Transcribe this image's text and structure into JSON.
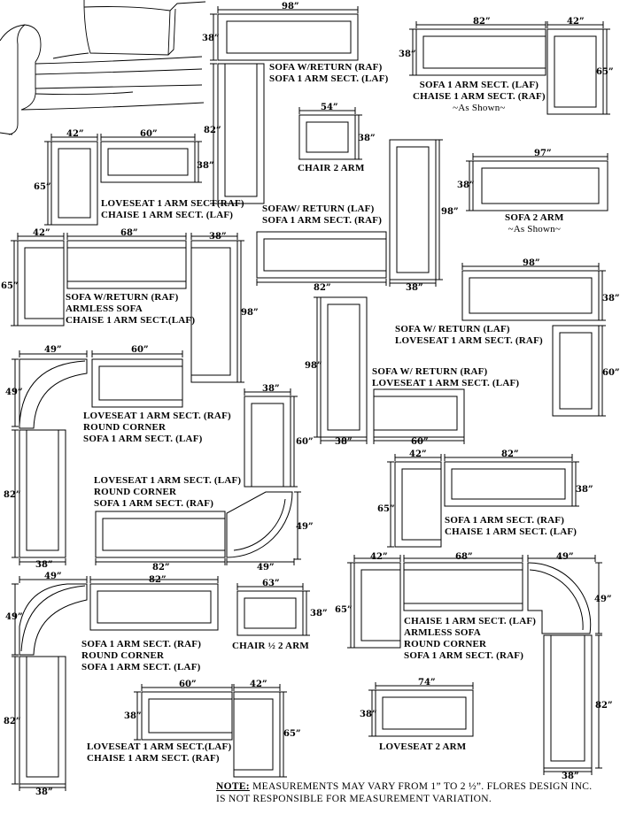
{
  "dims": {
    "d98": "98”",
    "d82": "82”",
    "d42": "42”",
    "d38": "38”",
    "d65": "65”",
    "d54": "54”",
    "d60": "60”",
    "d97": "97”",
    "d68": "68”",
    "d49": "49”",
    "d63": "63”",
    "d74": "74”"
  },
  "groups": {
    "g1": [
      "SOFA W/RETURN (RAF)",
      "SOFA 1 ARM SECT. (LAF)"
    ],
    "g2": [
      "SOFA 1 ARM SECT. (LAF)",
      "CHAISE 1 ARM SECT. (RAF)",
      "~As Shown~"
    ],
    "g3": [
      "CHAIR 2 ARM"
    ],
    "g4": [
      "LOVESEAT 1 ARM SECT(RAF)",
      "CHAISE 1 ARM SECT. (LAF)"
    ],
    "g5": [
      "SOFAW/ RETURN (LAF)",
      "SOFA 1 ARM SECT. (RAF)"
    ],
    "g6": [
      "SOFA 2 ARM",
      "~As Shown~"
    ],
    "g7": [
      "SOFA W/RETURN (RAF)",
      "ARMLESS SOFA",
      "CHAISE 1 ARM SECT.(LAF)"
    ],
    "g8": [
      "SOFA  W/ RETURN (LAF)",
      "LOVESEAT 1 ARM SECT. (RAF)"
    ],
    "g9": [
      "SOFA W/ RETURN (RAF)",
      "LOVESEAT 1 ARM SECT. (LAF)"
    ],
    "g10": [
      "LOVESEAT 1 ARM SECT. (RAF)",
      "ROUND CORNER",
      "SOFA 1 ARM SECT. (LAF)"
    ],
    "g11": [
      "LOVESEAT 1 ARM SECT. (LAF)",
      "ROUND CORNER",
      "SOFA 1 ARM SECT. (RAF)"
    ],
    "g12": [
      "SOFA 1 ARM SECT. (RAF)",
      "CHAISE 1 ARM SECT. (LAF)"
    ],
    "g13": [
      "CHAISE 1 ARM SECT. (LAF)",
      "ARMLESS SOFA",
      "ROUND CORNER",
      "SOFA 1 ARM SECT. (RAF)"
    ],
    "g14": [
      "SOFA 1 ARM SECT. (RAF)",
      "ROUND CORNER",
      "SOFA 1 ARM SECT. (LAF)"
    ],
    "g15": [
      "CHAIR ½  2 ARM"
    ],
    "g16": [
      "LOVESEAT 1 ARM SECT.(LAF)",
      "CHAISE 1 ARM SECT. (RAF)"
    ],
    "g17": [
      "LOVESEAT  2 ARM"
    ]
  },
  "note": {
    "prefix": "NOTE:",
    "line1": " MEASUREMENTS MAY VARY FROM 1” TO 2 ½”. FLORES DESIGN INC.",
    "line2": "IS NOT RESPONSIBLE FOR MEASUREMENT VARIATION."
  }
}
